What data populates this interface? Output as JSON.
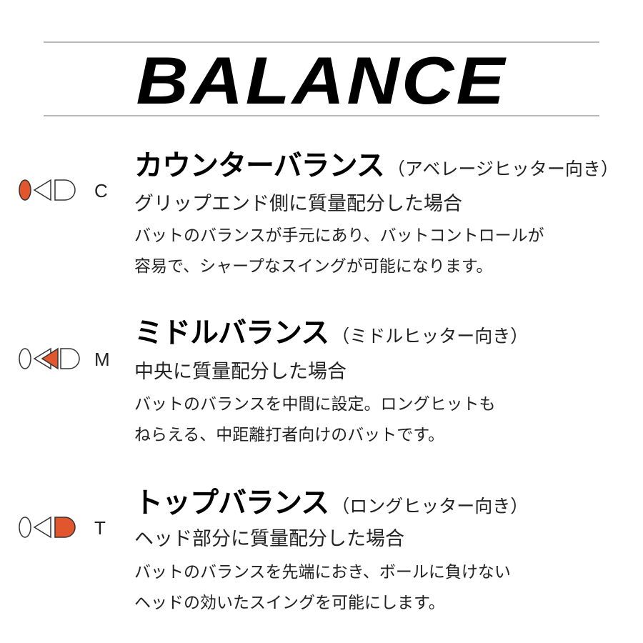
{
  "title": "BALANCE",
  "colors": {
    "accent": "#e2562e",
    "rule": "#b9b9b9",
    "text": "#111111"
  },
  "sections": [
    {
      "letter": "C",
      "name": "カウンターバランス",
      "note": "（アベレージヒッター向き）",
      "subtitle": "グリップエンド側に質量配分した場合",
      "desc1": "バットのバランスが手元にあり、バットコントロールが",
      "desc2": "容易で、シャープなスイングが可能になります。",
      "highlight": "grip-end"
    },
    {
      "letter": "M",
      "name": "ミドルバランス",
      "note": "（ミドルヒッター向き）",
      "subtitle": "中央に質量配分した場合",
      "desc1": "バットのバランスを中間に設定。ロングヒットも",
      "desc2": "ねらえる、中距離打者向けのバットです。",
      "highlight": "middle"
    },
    {
      "letter": "T",
      "name": "トップバランス",
      "note": "（ロングヒッター向き）",
      "subtitle": "ヘッド部分に質量配分した場合",
      "desc1": "バットのバランスを先端におき、ボールに負けない",
      "desc2": "ヘッドの効いたスイングを可能にします。",
      "highlight": "head"
    }
  ]
}
